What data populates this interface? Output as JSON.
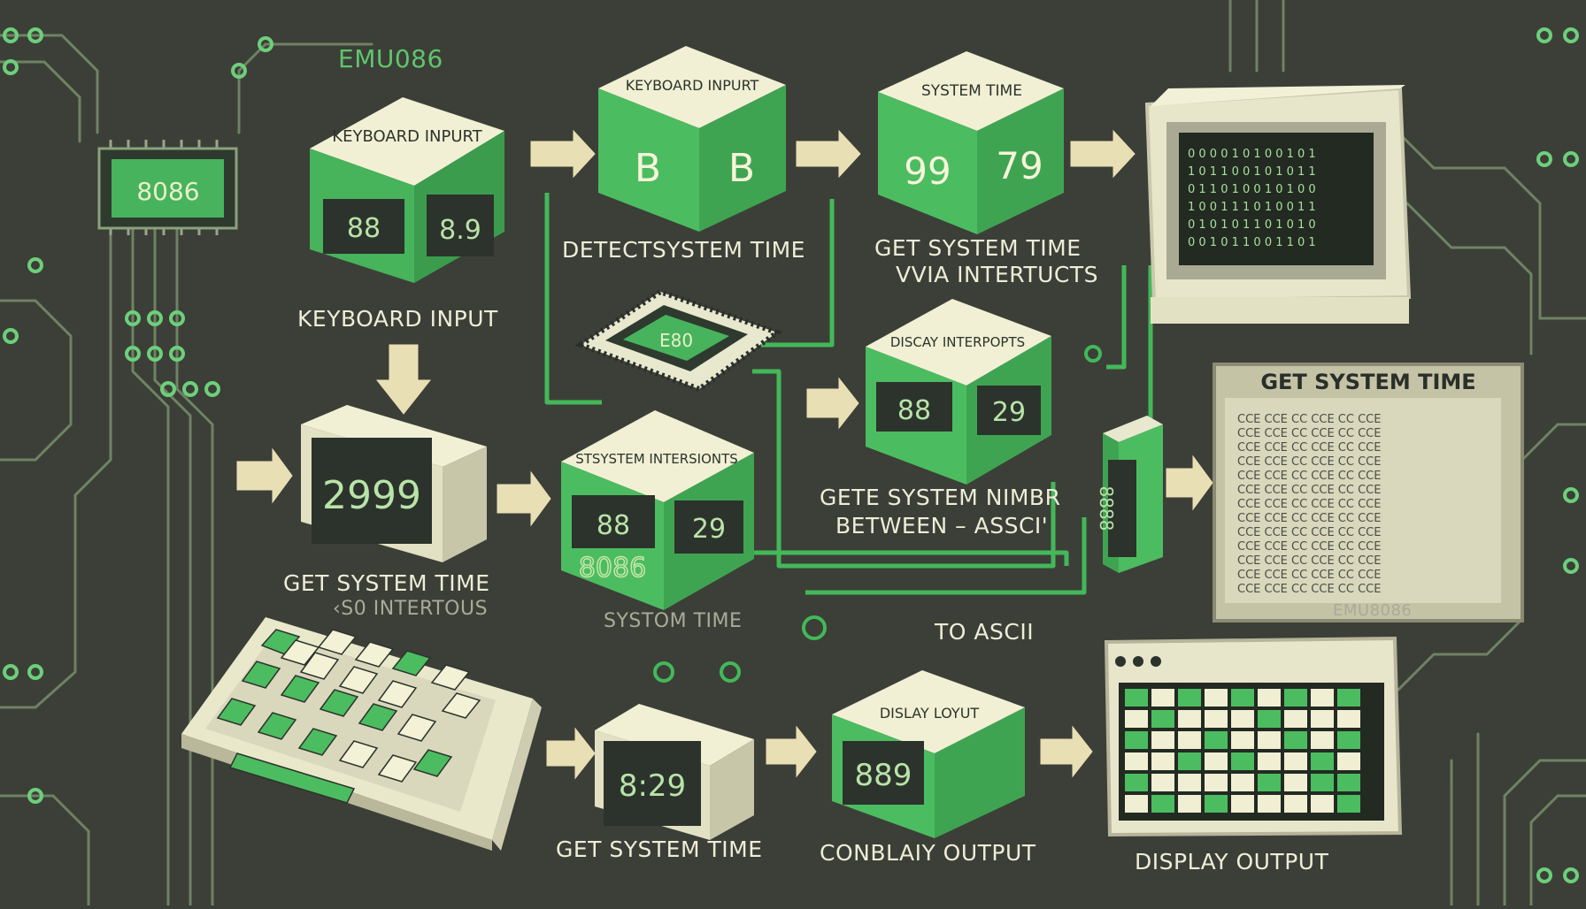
{
  "header": {
    "emu_label": "EMU086"
  },
  "chips": {
    "main_chip": "8086",
    "center_chip": "E80"
  },
  "cubes": {
    "kb_cube": {
      "title": "KEYBOARD INPURT",
      "display_a": "88",
      "display_b": "8.9"
    },
    "b_cube": {
      "title": "KEYBOARD INPURT",
      "char_a": "B",
      "char_b": "B"
    },
    "time_cube": {
      "title": "SYSTEM TIME",
      "num_a": "99",
      "num_b": "79"
    },
    "interrupts_cube": {
      "title": "DISCAY INTERPOPTS",
      "num_a": "88",
      "num_b": "29"
    },
    "stsystem_cube": {
      "title": "STSYSTEM INTERSIONTS",
      "num_a": "88",
      "num_b": "29",
      "chip": "8086"
    },
    "display_cube": {
      "title": "DISLAY LOYUT",
      "num": "889"
    }
  },
  "clocks": {
    "left_clock": "2999",
    "bottom_clock": "8:29"
  },
  "monitors": {
    "crt_text": [
      "0 0 0 0 1 0 1 0 0 1 0 1",
      "1 0 1 1 0 0 1 0 1 0 1 1",
      "0 1 1 0 1 0 0 1 0 1 0 0",
      "1 0 0 1 1 1 0 1 0 0 1 1",
      "0 1 0 1 0 1 1 0 1 0 1 0",
      "0 0 1 0 1 1 0 0 1 1 0 1"
    ],
    "panel_title": "GET SYSTEM TIME",
    "panel_footer": "EMU8086",
    "panel_rows": [
      "CCE CCE CC CCE CC CCE",
      "CCE CCE CC CCE CC CCE",
      "CCE CCE CC CCE CC CCE",
      "CCE CCE CC CCE CC CCE",
      "CCE CCE CC CCE CC CCE",
      "CCE CCE CC CCE CC CCE",
      "CCE CCE CC CCE CC CCE",
      "CCE CCE CC CCE CC CCE",
      "CCE CCE CC CCE CC CCE",
      "CCE CCE CC CCE CC CCE",
      "CCE CCE CC CCE CC CCE",
      "CCE CCE CC CCE CC CCE",
      "CCE CCE CC CCE CC CCE"
    ],
    "tower_value": "8888"
  },
  "labels": {
    "keyboard_input": "KEYBOARD INPUT",
    "detect_system_time": "DETECTSYSTEM TIME",
    "get_time_via_1": "GET SYSTEM TIME",
    "get_time_via_2": "VVIA INTERTUCTS",
    "get_system_time_left": "GET SYSTEM TIME",
    "get_system_time_left_sub": "‹S0 INTERTOUS",
    "system_time_faint": "SYSTOM TIME",
    "gete_line1": "GETE SYSTEM NIMBR",
    "gete_line2": "BETWEEN – ASSCI'",
    "to_ascii": "TO ASCII",
    "get_system_time_bottom": "GET SYSTEM TIME",
    "conblay_output": "CONBLAIY OUTPUT",
    "display_output": "DISPLAY OUTPUT"
  },
  "colors": {
    "background": "#3c3f37",
    "green": "#4cb960",
    "cream": "#eeedd8",
    "dark_screen": "#2c332c"
  }
}
